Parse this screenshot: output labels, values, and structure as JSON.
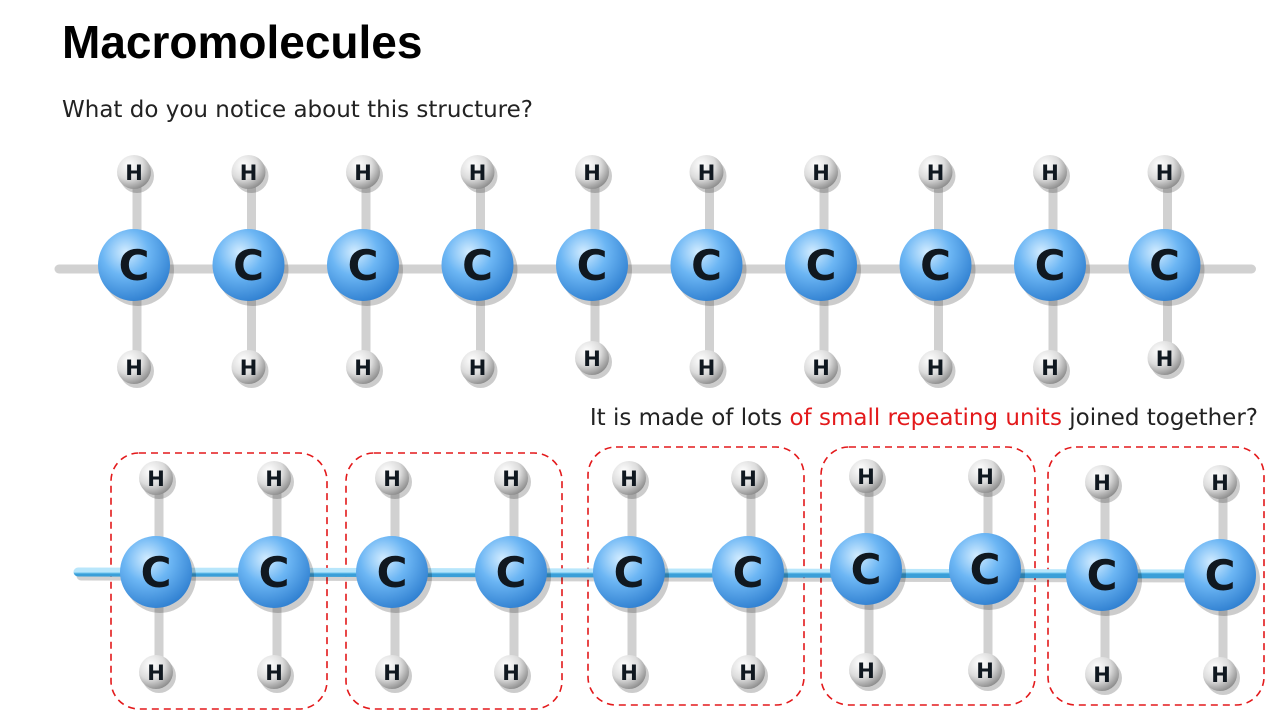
{
  "slide": {
    "title": "Macromolecules",
    "question": "What do you notice about this structure?",
    "answer": {
      "before": "It is made of lots ",
      "highlight": "of small repeating units",
      "after": " joined together?"
    }
  },
  "atoms": {
    "carbon_symbol": "C",
    "hydrogen_symbol": "H"
  },
  "top_chain": {
    "carbon_count": 10,
    "hydrogens_per_carbon": 2
  },
  "bottom_chain": {
    "repeat_units": 5,
    "carbons_per_unit": 2,
    "hydrogens_per_carbon": 2
  },
  "colors": {
    "carbon": "#5aaaf0",
    "bond": "#6ec5ef",
    "hydrogen": "#e6e6e6",
    "highlight": "#e3191b",
    "unit_outline": "#e3191b"
  }
}
